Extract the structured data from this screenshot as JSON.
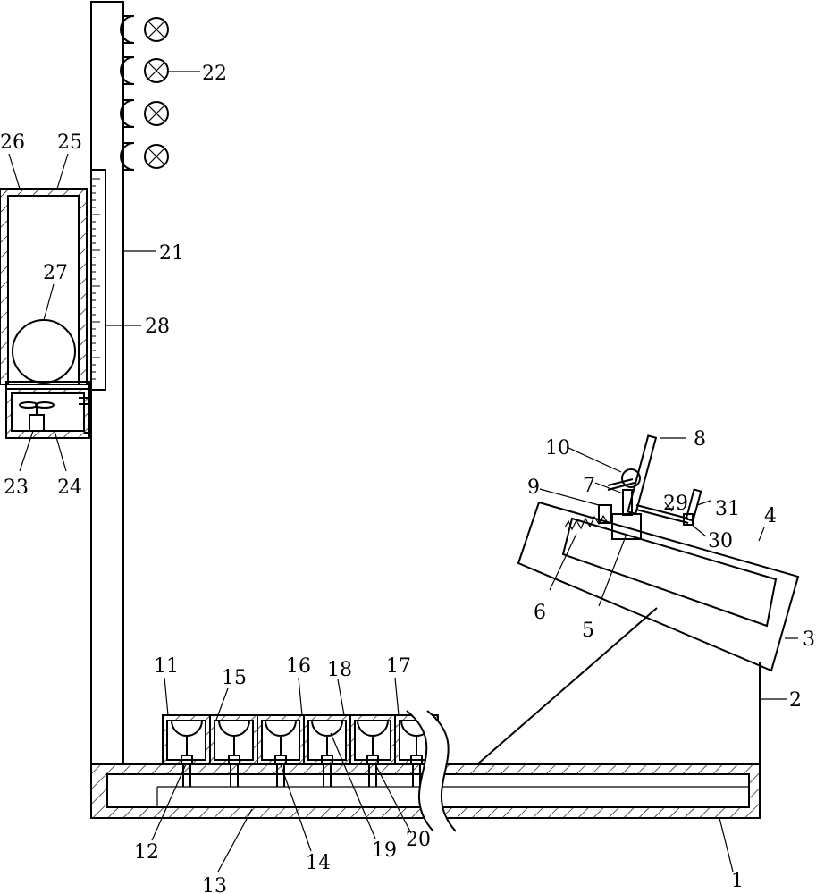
{
  "labels": [
    "1",
    "2",
    "3",
    "4",
    "5",
    "6",
    "7",
    "8",
    "9",
    "10",
    "11",
    "12",
    "13",
    "14",
    "15",
    "16",
    "17",
    "18",
    "19",
    "20",
    "21",
    "22",
    "23",
    "24",
    "25",
    "26",
    "27",
    "28",
    "29",
    "30",
    "31"
  ],
  "colors": {
    "ink": "#000000",
    "paper": "#ffffff"
  }
}
